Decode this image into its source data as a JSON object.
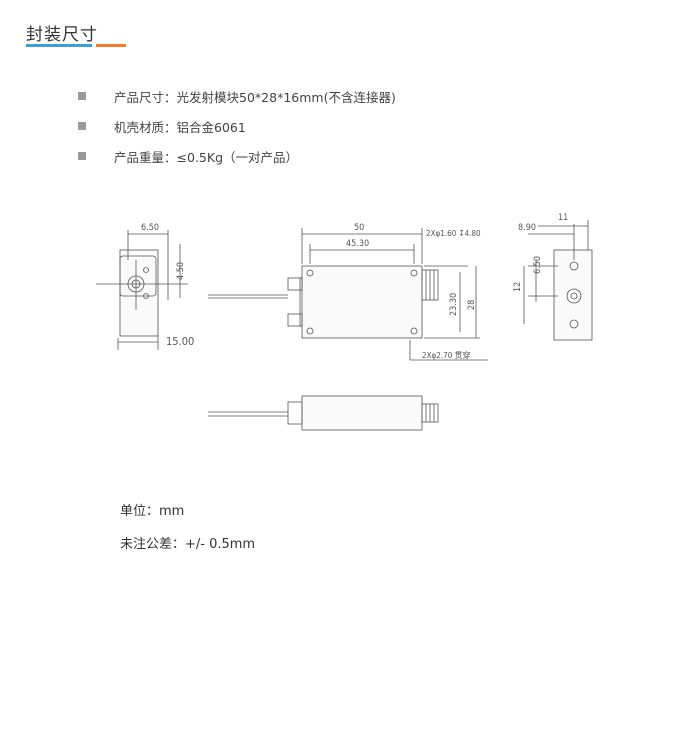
{
  "section": {
    "title": "封装尺寸"
  },
  "specs": [
    {
      "label": "产品尺寸：",
      "value": "光发射模块50*28*16mm(不含连接器)"
    },
    {
      "label": "机壳材质：",
      "value": "铝合金6061"
    },
    {
      "label": "产品重量：",
      "value": "≤0.5Kg（一对产品）"
    }
  ],
  "drawing": {
    "front": {
      "dim_top": "6.50",
      "dim_side": "4.50",
      "dim_bottom": "15.00"
    },
    "top_view": {
      "dim_50": "50",
      "dim_45": "45.30",
      "hole_note": "2Xφ1.60 ↧4.80",
      "dim_23": "23.30",
      "dim_28": "28",
      "hole_note2": "2Xφ2.70 贯穿"
    },
    "right": {
      "dim_11": "11",
      "dim_890": "8.90",
      "dim_650": "6.50",
      "dim_12": "12"
    }
  },
  "notes": {
    "unit": "单位：mm",
    "tolerance": "未注公差：+/- 0.5mm"
  },
  "colors": {
    "accent_blue": "#3aa0d8",
    "accent_orange": "#f07d2a"
  }
}
